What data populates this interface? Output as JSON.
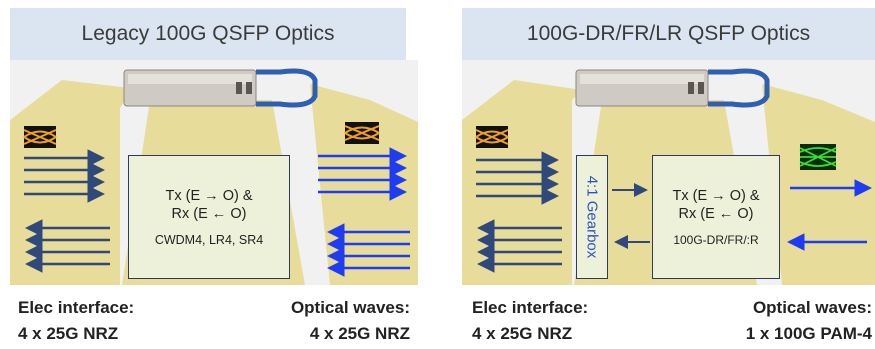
{
  "left_panel": {
    "title": "Legacy 100G QSFP Optics",
    "block": {
      "tx": "Tx (E → O) &",
      "rx": "Rx (E ← O)",
      "sub": "CWDM4, LR4, SR4"
    },
    "elec": {
      "heading": "Elec interface:",
      "value": "4 x 25G NRZ"
    },
    "optical": {
      "heading": "Optical waves:",
      "value": "4 x 25G NRZ"
    }
  },
  "right_panel": {
    "title": "100G-DR/FR/LR QSFP Optics",
    "gearbox": "4:1 Gearbox",
    "block": {
      "tx": "Tx (E → O) &",
      "rx": "Rx (E ← O)",
      "sub": "100G-DR/FR/:R"
    },
    "elec": {
      "heading": "Elec interface:",
      "value": "4 x 25G NRZ"
    },
    "optical": {
      "heading": "Optical waves:",
      "value": "1 x 100G PAM-4"
    }
  },
  "colors": {
    "header_bg": "#dbe5f1",
    "body_bg": "#f1f1f1",
    "beam": "#e8dc9a",
    "electrical_arrow": "#2f4a7a",
    "optical_arrow": "#1f3cf0",
    "block_fill": "#eef1d9",
    "gearbox_text": "#2a52c7"
  },
  "icons": [
    "qsfp-module-image",
    "nrz-eye-diagram",
    "pam4-eye-diagram"
  ]
}
